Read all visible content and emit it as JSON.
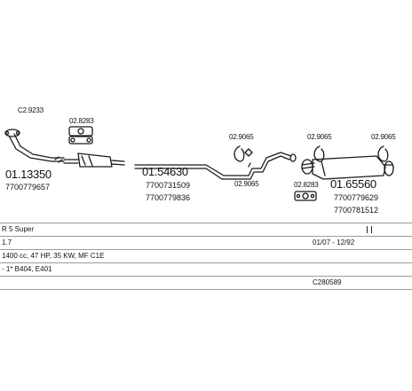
{
  "parts": {
    "front_pipe": {
      "number": "01.13350",
      "oem": "7700779657"
    },
    "middle_silencer": {
      "number": "01.54630",
      "oem_1": "7700731509",
      "oem_2": "7700779836"
    },
    "rear_silencer": {
      "number": "01.65560",
      "oem_1": "7700779629",
      "oem_2": "7700781512"
    }
  },
  "accessories": {
    "gasket_front": "C2.9233",
    "clamp_front": "02.8283",
    "hanger_middle": "02.9065",
    "hanger_lower": "02.9065",
    "hanger_rear_1": "02.9065",
    "hanger_rear_2": "02.9065",
    "clamp_rear": "02.8283"
  },
  "info_rows": [
    {
      "left": "R 5 Super",
      "right": ""
    },
    {
      "left": "1.7",
      "right": "01/07 - 12/92"
    },
    {
      "left": "1400 cc, 47 HP, 35 KW, MF C1E",
      "right": ""
    },
    {
      "left": "- 1* B404, E401",
      "right": ""
    },
    {
      "left": "",
      "right": "C280589"
    }
  ],
  "colors": {
    "line": "#1a1a1a",
    "grid": "#9a9a9a"
  }
}
